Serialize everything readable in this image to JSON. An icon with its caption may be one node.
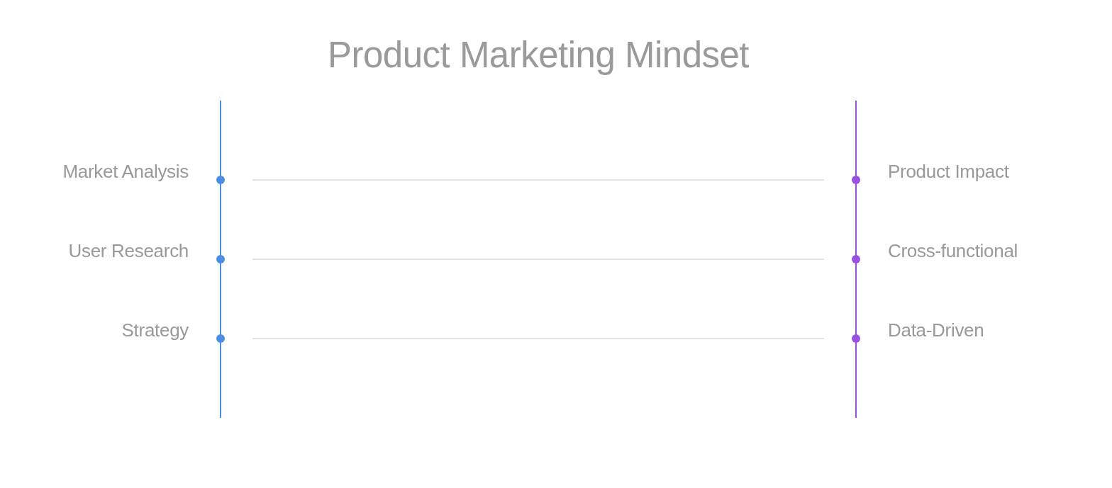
{
  "diagram": {
    "title": "Product Marketing Mindset",
    "nodes": [
      {
        "text": [],
        "shape": "circle",
        "beside": [
          "Market Analysis"
        ]
      },
      {
        "text": [],
        "shape": "circle",
        "beside": [
          "User Research"
        ]
      },
      {
        "text": [],
        "shape": "circle",
        "beside": [
          "Strategy"
        ]
      },
      {
        "text": [],
        "shape": "circle",
        "beside": [
          "Product Impact"
        ]
      },
      {
        "text": [],
        "shape": "circle",
        "beside": [
          "Cross-functional"
        ]
      },
      {
        "text": [],
        "shape": "circle",
        "beside": [
          "Data-Driven"
        ]
      }
    ],
    "edges": [
      {
        "from": 0,
        "to": 3,
        "arrow": "none"
      },
      {
        "from": 1,
        "to": 4,
        "arrow": "none"
      },
      {
        "from": 2,
        "to": 5,
        "arrow": "none"
      }
    ]
  }
}
